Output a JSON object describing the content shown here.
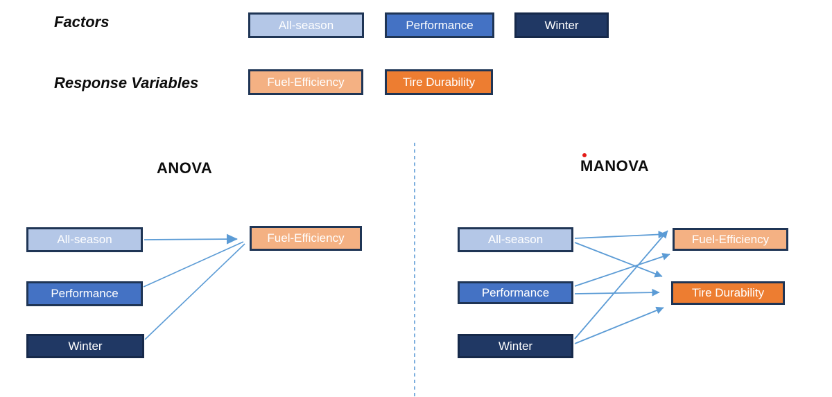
{
  "colors": {
    "factor_light": "#b4c7e7",
    "factor_medium": "#4472c4",
    "factor_dark": "#203864",
    "response_light": "#f4b183",
    "response_strong": "#ed7d31",
    "box_border": "#1f3555",
    "box_text": "#ffffff",
    "arrow": "#5b9bd5",
    "divider": "#5b9bd5",
    "annotation_dot": "#e41b17",
    "heading_text": "#0d0d0d"
  },
  "legend": {
    "factors_label": "Factors",
    "responses_label": "Response Variables",
    "factor_items": [
      {
        "label": "All-season"
      },
      {
        "label": "Performance"
      },
      {
        "label": "Winter"
      }
    ],
    "response_items": [
      {
        "label": "Fuel-Efficiency"
      },
      {
        "label": "Tire Durability"
      }
    ]
  },
  "anova": {
    "title": "ANOVA",
    "factors": [
      {
        "label": "All-season"
      },
      {
        "label": "Performance"
      },
      {
        "label": "Winter"
      }
    ],
    "responses": [
      {
        "label": "Fuel-Efficiency"
      }
    ],
    "edges": [
      {
        "from": "All-season",
        "to": "Fuel-Efficiency"
      },
      {
        "from": "Performance",
        "to": "Fuel-Efficiency"
      },
      {
        "from": "Winter",
        "to": "Fuel-Efficiency"
      }
    ]
  },
  "manova": {
    "title": "MANOVA",
    "factors": [
      {
        "label": "All-season"
      },
      {
        "label": "Performance"
      },
      {
        "label": "Winter"
      }
    ],
    "responses": [
      {
        "label": "Fuel-Efficiency"
      },
      {
        "label": "Tire Durability"
      }
    ],
    "edges": [
      {
        "from": "All-season",
        "to": "Fuel-Efficiency"
      },
      {
        "from": "All-season",
        "to": "Tire Durability"
      },
      {
        "from": "Performance",
        "to": "Fuel-Efficiency"
      },
      {
        "from": "Performance",
        "to": "Tire Durability"
      },
      {
        "from": "Winter",
        "to": "Fuel-Efficiency"
      },
      {
        "from": "Winter",
        "to": "Tire Durability"
      }
    ]
  }
}
